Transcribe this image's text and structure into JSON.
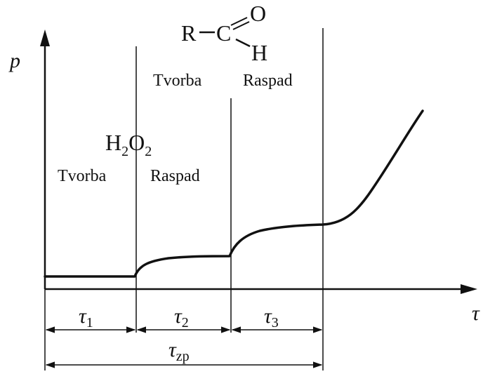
{
  "axes": {
    "y_label": "p",
    "x_label": "τ"
  },
  "compounds": {
    "hydrogen_peroxide": {
      "base": "H",
      "sub1": "2",
      "mid": "O",
      "sub2": "2"
    },
    "aldehyde": {
      "r": "R",
      "c": "C",
      "o": "O",
      "h": "H"
    }
  },
  "phase_labels": {
    "h2o2_formation": "Tvorba",
    "h2o2_decay": "Raspad",
    "aldehyde_formation": "Tvorba",
    "aldehyde_decay": "Raspad"
  },
  "intervals": {
    "tau1": {
      "sym": "τ",
      "sub": "1"
    },
    "tau2": {
      "sym": "τ",
      "sub": "2"
    },
    "tau3": {
      "sym": "τ",
      "sub": "3"
    },
    "tau_zp": {
      "sym": "τ",
      "sub": "zp"
    }
  },
  "colors": {
    "ink": "#111111",
    "background": "#ffffff"
  }
}
